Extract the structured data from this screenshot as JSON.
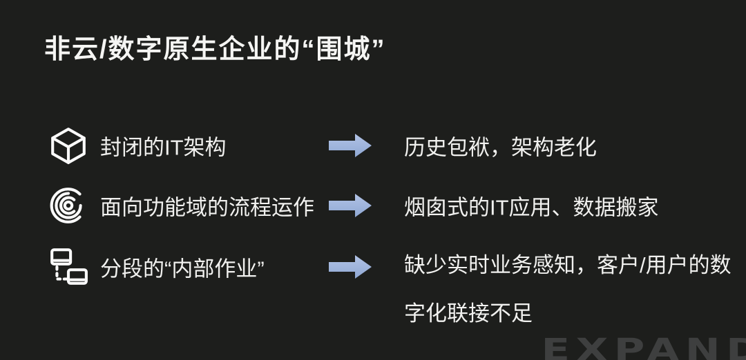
{
  "title": "非云/数字原生企业的“围城”",
  "rows": [
    {
      "icon": "cube-icon",
      "label": "封闭的IT架构",
      "result": "历史包袱，架构老化"
    },
    {
      "icon": "spiral-icon",
      "label": "面向功能域的流程运作",
      "result": "烟囱式的IT应用、数据搬家"
    },
    {
      "icon": "linked-nodes-icon",
      "label": "分段的“内部作业”",
      "result": "缺少实时业务感知，客户/用户的数字化联接不足"
    }
  ],
  "watermark": "EXPAND",
  "colors": {
    "background": "#1d1e1c",
    "text": "#f1f1ef",
    "arrow_light": "#b2c3e6",
    "arrow_dark": "#8fa8d3",
    "watermark": "#3e3f3f"
  }
}
